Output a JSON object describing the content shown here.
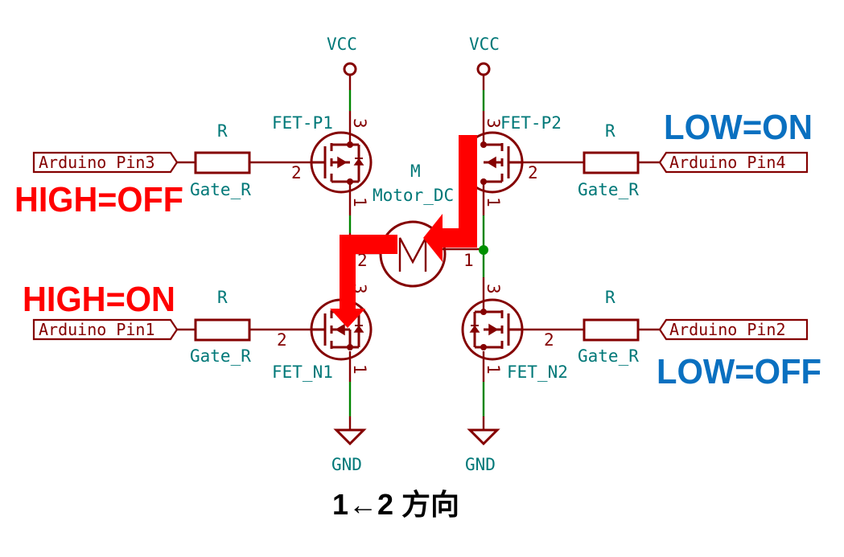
{
  "power": {
    "vcc_left": "VCC",
    "vcc_right": "VCC",
    "gnd_left": "GND",
    "gnd_right": "GND"
  },
  "transistors": {
    "p1": {
      "ref": "FET-P1",
      "pin_drain": "3",
      "pin_gate": "2",
      "pin_source": "1"
    },
    "p2": {
      "ref": "FET-P2",
      "pin_drain": "3",
      "pin_gate": "2",
      "pin_source": "1"
    },
    "n1": {
      "ref": "FET_N1",
      "pin_drain": "3",
      "pin_gate": "2",
      "pin_source": "1"
    },
    "n2": {
      "ref": "FET_N2",
      "pin_drain": "3",
      "pin_gate": "2",
      "pin_source": "1"
    }
  },
  "resistors": {
    "top_left": {
      "ref": "R",
      "value": "Gate_R"
    },
    "top_right": {
      "ref": "R",
      "value": "Gate_R"
    },
    "bottom_left": {
      "ref": "R",
      "value": "Gate_R"
    },
    "bottom_right": {
      "ref": "R",
      "value": "Gate_R"
    }
  },
  "motor": {
    "ref": "M",
    "value": "Motor_DC",
    "pin_left": "2",
    "pin_right": "1"
  },
  "labels": {
    "pin3": "Arduino_Pin3",
    "pin4": "Arduino_Pin4",
    "pin1": "Arduino_Pin1",
    "pin2": "Arduino_Pin2"
  },
  "annotations": {
    "top_left": "HIGH=OFF",
    "bottom_left": "HIGH=ON",
    "top_right": "LOW=ON",
    "bottom_right": "LOW=OFF",
    "caption": "1←2  方向"
  },
  "colors": {
    "wire": "#840000",
    "text_ref": "#007878",
    "annotation_red": "#ff0000",
    "annotation_blue": "#0a70c0",
    "junction": "#009000"
  }
}
